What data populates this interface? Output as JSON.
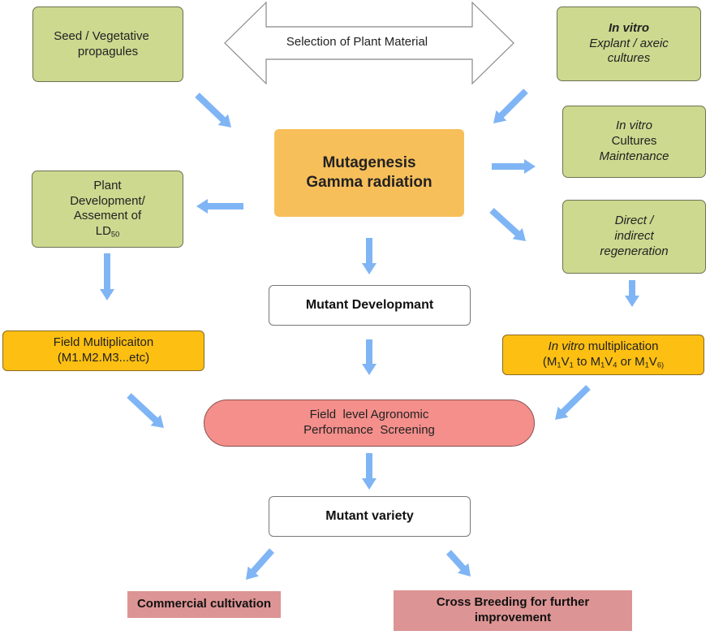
{
  "diagram": {
    "colors": {
      "arrow": "#7fb5f5",
      "green_box": "#ccd98f",
      "center_box": "#f7bf5a",
      "amber_box": "#fdbf12",
      "screening_pill": "#f48f8b",
      "outcome_box": "#dd9494"
    },
    "selection_arrow": {
      "label": "Selection of Plant Material"
    },
    "nodes": {
      "seed": {
        "line1": "Seed / Vegetative",
        "line2": "propagules"
      },
      "invitro_explant": {
        "line1": "In vitro",
        "line2": "Explant / axeic",
        "line3": "cultures"
      },
      "mutagenesis": {
        "line1": "Mutagenesis",
        "line2": "Gamma radiation"
      },
      "invitro_maintenance": {
        "line1": "In vitro",
        "line2": "Cultures",
        "line3": "Maintenance"
      },
      "plant_development": {
        "line1": "Plant",
        "line2": "Development/",
        "line3": "Assement of",
        "line4_main": "LD",
        "line4_sub": "50"
      },
      "regeneration": {
        "line1": "Direct /",
        "line2": "indirect",
        "line3": "regeneration"
      },
      "mutant_development": {
        "label": "Mutant Developmant"
      },
      "field_multiplication": {
        "line1": "Field Multiplicaiton",
        "line2": "(M1.M2.M3...etc)"
      },
      "invitro_multiplication": {
        "line1_italic": "In vitro",
        "line1_rest": " multiplication",
        "line2_parts": [
          "(M",
          "1",
          "V",
          "1",
          " to M",
          "1",
          "V",
          "4",
          " or M",
          "1",
          "V",
          "6)"
        ]
      },
      "screening": {
        "line1": "Field  level Agronomic",
        "line2": "Performance  Screening"
      },
      "mutant_variety": {
        "label": "Mutant variety"
      },
      "commercial": {
        "label": "Commercial cultivation"
      },
      "cross_breeding": {
        "line1": "Cross Breeding for further",
        "line2": "improvement"
      }
    },
    "edges": [
      {
        "from": "seed",
        "to": "mutagenesis"
      },
      {
        "from": "invitro_explant",
        "to": "mutagenesis"
      },
      {
        "from": "mutagenesis",
        "to": "invitro_maintenance"
      },
      {
        "from": "mutagenesis",
        "to": "plant_development"
      },
      {
        "from": "mutagenesis",
        "to": "regeneration"
      },
      {
        "from": "mutagenesis",
        "to": "mutant_development"
      },
      {
        "from": "plant_development",
        "to": "field_multiplication"
      },
      {
        "from": "regeneration",
        "to": "invitro_multiplication"
      },
      {
        "from": "mutant_development",
        "to": "screening"
      },
      {
        "from": "field_multiplication",
        "to": "screening"
      },
      {
        "from": "invitro_multiplication",
        "to": "screening"
      },
      {
        "from": "screening",
        "to": "mutant_variety"
      },
      {
        "from": "mutant_variety",
        "to": "commercial"
      },
      {
        "from": "mutant_variety",
        "to": "cross_breeding"
      }
    ]
  }
}
